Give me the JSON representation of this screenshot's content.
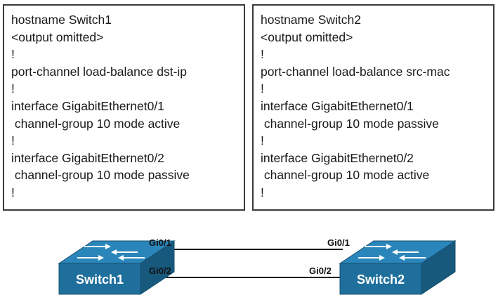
{
  "switch1_config": [
    "hostname Switch1",
    "<output omitted>",
    "!",
    "port-channel load-balance dst-ip",
    "!",
    "interface GigabitEthernet0/1",
    " channel-group 10 mode active",
    "!",
    "interface GigabitEthernet0/2",
    " channel-group 10 mode passive",
    "!"
  ],
  "switch2_config": [
    "hostname Switch2",
    "<output omitted>",
    "!",
    "port-channel load-balance src-mac",
    "!",
    "interface GigabitEthernet0/1",
    " channel-group 10 mode passive",
    "!",
    "interface GigabitEthernet0/2",
    " channel-group 10 mode active",
    "!"
  ],
  "topology": {
    "switch1": {
      "label": "Switch1",
      "icon": "switch-icon"
    },
    "switch2": {
      "label": "Switch2",
      "icon": "switch-icon"
    },
    "links": [
      {
        "left_port": "Gi0/1",
        "right_port": "Gi0/1"
      },
      {
        "left_port": "Gi0/2",
        "right_port": "Gi0/2"
      }
    ]
  },
  "colors": {
    "switch_front": "#1f6f9c",
    "switch_top": "#2a86ba",
    "switch_side": "#17587d",
    "link": "#1a1a1a"
  }
}
